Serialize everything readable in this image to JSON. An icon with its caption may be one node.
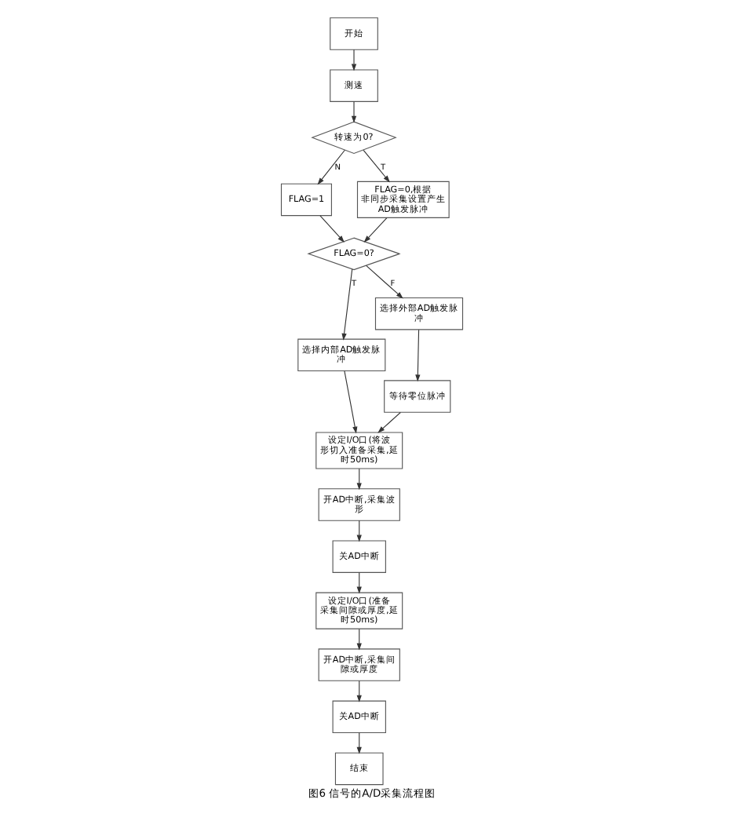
{
  "diagram": {
    "caption": "图6 信号的A/D采集流程图",
    "nodes": [
      {
        "text": [
          "开始"
        ]
      },
      {
        "text": [
          "测速"
        ]
      },
      {
        "text": [
          "转速为0?"
        ]
      },
      {
        "text": [
          "FLAG=1"
        ]
      },
      {
        "text": [
          "FLAG=0,根据非同步采集设置产生AD触发脉冲"
        ]
      },
      {
        "text": [
          "FLAG=0?"
        ]
      },
      {
        "text": [
          "选择内部AD触发脉冲"
        ]
      },
      {
        "text": [
          "选择外部AD触发脉冲"
        ]
      },
      {
        "text": [
          "等待零位脉冲"
        ]
      },
      {
        "text": [
          "设定I/O口(将波形切入准备采集,延时50ms)"
        ]
      },
      {
        "text": [
          "开AD中断,采集波形"
        ]
      },
      {
        "text": [
          "关AD中断"
        ]
      },
      {
        "text": [
          "设定I/O口(准备采集间隙或厚度,延时50ms)"
        ]
      },
      {
        "text": [
          "开AD中断,采集间隙或厚度"
        ]
      },
      {
        "text": [
          "关AD中断"
        ]
      },
      {
        "text": [
          "结束"
        ]
      }
    ],
    "edges": [
      {
        "from": 0,
        "to": 1,
        "arrow": "to"
      },
      {
        "from": 1,
        "to": 2,
        "arrow": "to"
      },
      {
        "from": 2,
        "to": 3,
        "arrow": "to",
        "label": "N"
      },
      {
        "from": 2,
        "to": 4,
        "arrow": "to",
        "label": "T"
      },
      {
        "from": 3,
        "to": 5,
        "arrow": "to"
      },
      {
        "from": 4,
        "to": 5,
        "arrow": "to"
      },
      {
        "from": 5,
        "to": 6,
        "arrow": "to",
        "label": "T"
      },
      {
        "from": 5,
        "to": 7,
        "arrow": "to",
        "label": "F"
      },
      {
        "from": 7,
        "to": 8,
        "arrow": "to"
      },
      {
        "from": 6,
        "to": 9,
        "arrow": "to"
      },
      {
        "from": 8,
        "to": 9,
        "arrow": "to"
      },
      {
        "from": 9,
        "to": 10,
        "arrow": "to"
      },
      {
        "from": 10,
        "to": 11,
        "arrow": "to"
      },
      {
        "from": 11,
        "to": 12,
        "arrow": "to"
      },
      {
        "from": 12,
        "to": 13,
        "arrow": "to"
      },
      {
        "from": 13,
        "to": 14,
        "arrow": "to"
      },
      {
        "from": 14,
        "to": 15,
        "arrow": "to"
      }
    ]
  }
}
